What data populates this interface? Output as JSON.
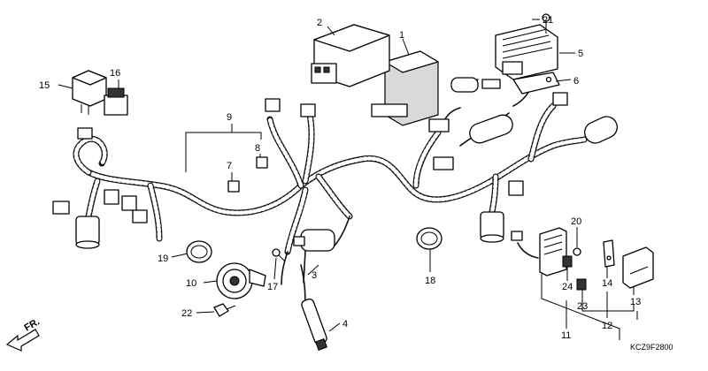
{
  "callouts": [
    {
      "id": "1",
      "text": "1"
    },
    {
      "id": "2",
      "text": "2"
    },
    {
      "id": "3",
      "text": "3"
    },
    {
      "id": "4",
      "text": "4"
    },
    {
      "id": "5",
      "text": "5"
    },
    {
      "id": "6",
      "text": "6"
    },
    {
      "id": "7",
      "text": "7"
    },
    {
      "id": "8",
      "text": "8"
    },
    {
      "id": "9",
      "text": "9"
    },
    {
      "id": "10",
      "text": "10"
    },
    {
      "id": "11",
      "text": "11"
    },
    {
      "id": "12",
      "text": "12"
    },
    {
      "id": "13",
      "text": "13"
    },
    {
      "id": "14",
      "text": "14"
    },
    {
      "id": "15",
      "text": "15"
    },
    {
      "id": "16",
      "text": "16"
    },
    {
      "id": "17",
      "text": "17"
    },
    {
      "id": "18",
      "text": "18"
    },
    {
      "id": "19",
      "text": "19"
    },
    {
      "id": "20",
      "text": "20"
    },
    {
      "id": "21",
      "text": "21"
    },
    {
      "id": "22",
      "text": "22"
    },
    {
      "id": "23",
      "text": "23"
    },
    {
      "id": "24",
      "text": "24"
    }
  ],
  "front_marker": "FR.",
  "diagram_code": "KCZ9F2800"
}
